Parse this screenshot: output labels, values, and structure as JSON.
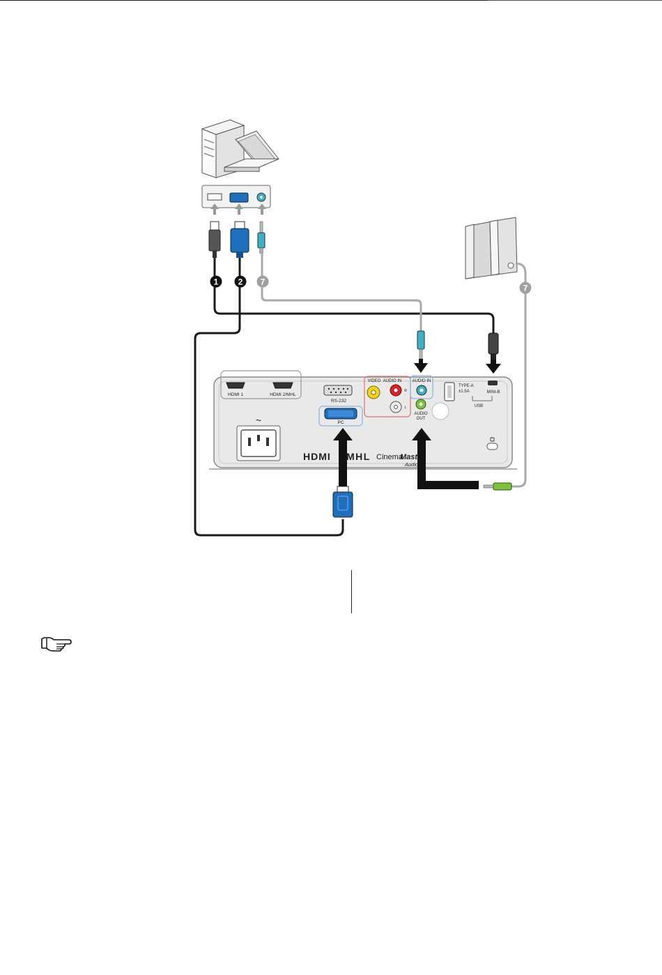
{
  "colors": {
    "rule": "#1d1d1d",
    "rule_accent": "#4a4a4a",
    "vga_blue": "#1f6fbf",
    "audio_teal": "#3db0c4",
    "audio_green": "#7cc23c",
    "rca_yellow": "#f2d21c",
    "rca_red": "#d8232a",
    "panel": "#e9e9e9",
    "highlight_blue": "#8fb7e2",
    "highlight_red": "#e07070"
  },
  "callouts": {
    "c1": "1",
    "c2": "2",
    "c7a": "7",
    "c7b": "7"
  },
  "panel": {
    "hdmi1": "HDMI 1",
    "hdmi2": "HDMI 2/MHL",
    "rs232": "RS-232",
    "pc": "PC",
    "video": "VIDEO",
    "audio_in_rca": "AUDIO IN",
    "rca_r": "R",
    "rca_l": "L",
    "audio_in": "AUDIO IN",
    "audio_out_1": "AUDIO",
    "audio_out_2": "OUT",
    "type_a_1": "TYPE-A",
    "type_a_2": "±1.5A",
    "mini_b": "MINI-B",
    "usb": "USB",
    "ac_symbol": "~",
    "logo_hdmi": "HDMI",
    "logo_mhl": "MHL",
    "logo_cinema": "Cinema",
    "logo_master": "Maste",
    "logo_audio": "Audio"
  },
  "icons": {
    "note": "pointing-hand-icon",
    "computer": "desktop-computer-icon",
    "laptop": "laptop-icon",
    "speakers": "speaker-icon"
  }
}
